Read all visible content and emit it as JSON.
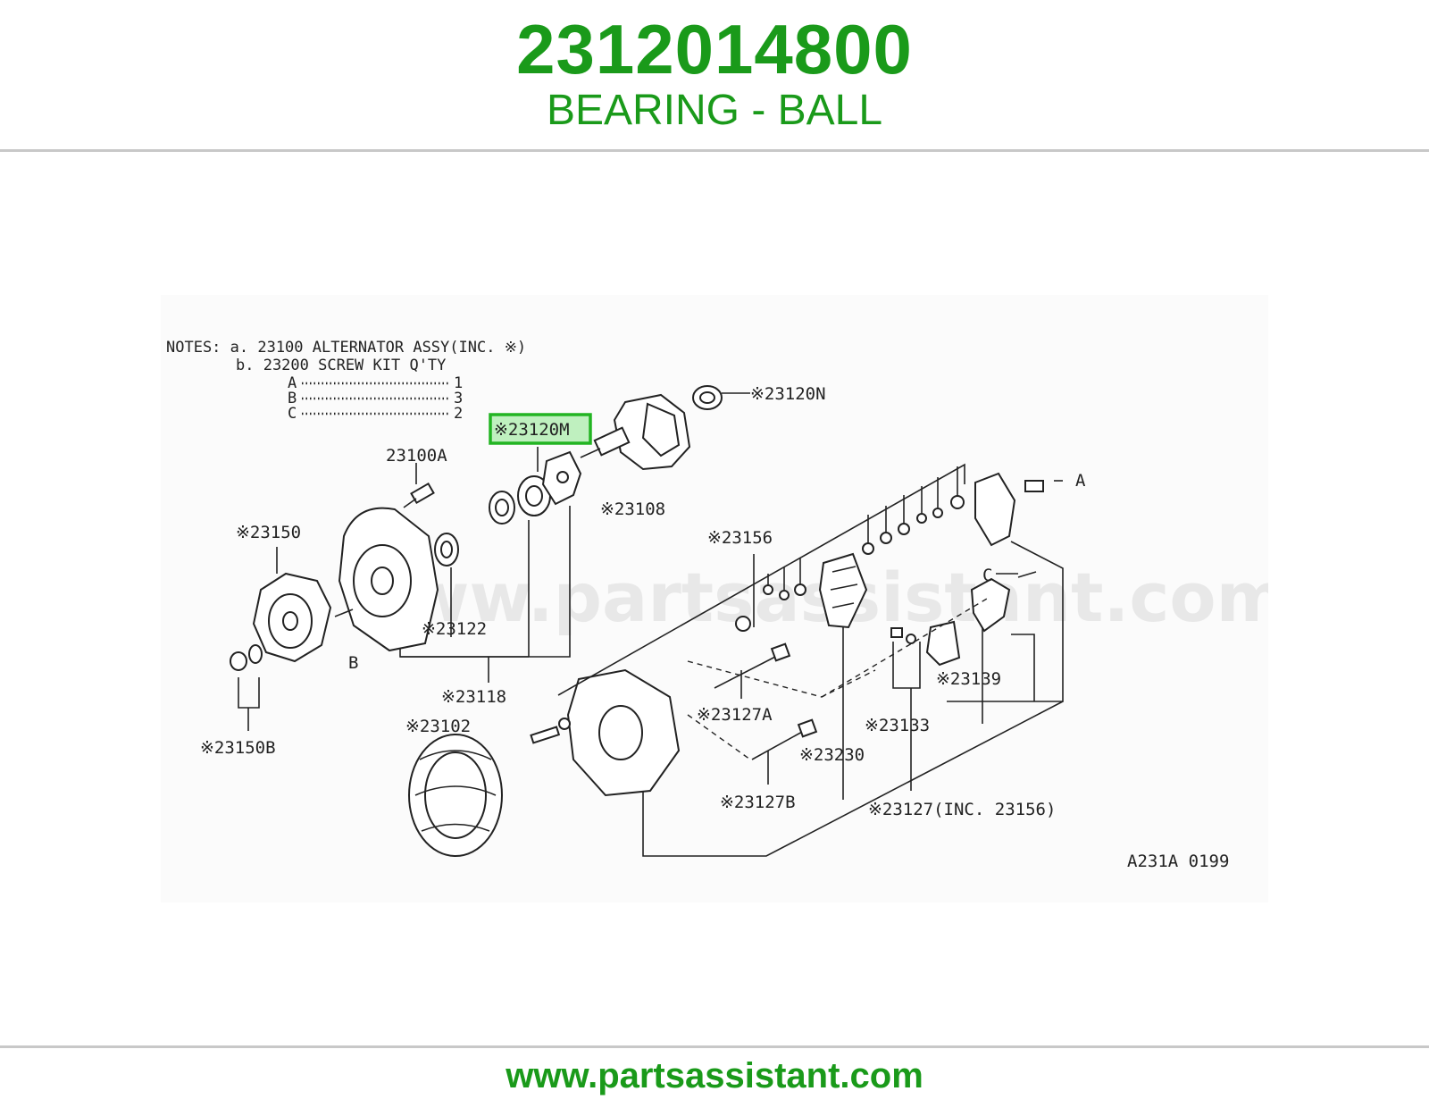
{
  "header": {
    "part_number": "2312014800",
    "description": "BEARING - BALL"
  },
  "footer": {
    "url": "www.partsassistant.com"
  },
  "diagram": {
    "watermark": "www.partsassistant.com",
    "notes": {
      "line_a": "NOTES: a. 23100 ALTERNATOR ASSY(INC. ※)",
      "line_b": "b. 23200 SCREW KIT  Q'TY",
      "qty_rows": [
        {
          "key": "A",
          "qty": "1"
        },
        {
          "key": "B",
          "qty": "3"
        },
        {
          "key": "C",
          "qty": "2"
        }
      ]
    },
    "highlighted_label": "※23120M",
    "labels": {
      "l23120N": "※23120N",
      "l23108": "※23108",
      "l23100A": "23100A",
      "l23150": "※23150",
      "l23156": "※23156",
      "l23122": "※23122",
      "l23118": "※23118",
      "l23102": "※23102",
      "l23150B": "※23150B",
      "l23127A": "※23127A",
      "l23230": "※23230",
      "l23127B": "※23127B",
      "l23139": "※23139",
      "l23133": "※23133",
      "l23127": "※23127(INC. 23156)",
      "lA": "A",
      "lB": "B",
      "lC": "C",
      "code": "A231A 0199"
    },
    "highlight_color": "#22b422"
  }
}
